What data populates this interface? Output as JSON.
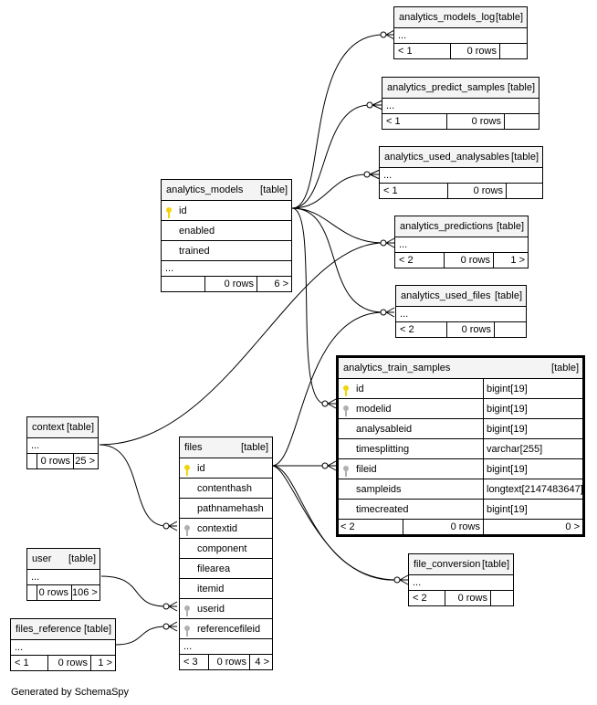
{
  "tables": {
    "analytics_models_log": {
      "name": "analytics_models_log",
      "tag": "[table]",
      "dots": "...",
      "parents": "< 1",
      "rows": "0 rows",
      "children": ""
    },
    "analytics_predict_samples": {
      "name": "analytics_predict_samples",
      "tag": "[table]",
      "dots": "...",
      "parents": "< 1",
      "rows": "0 rows",
      "children": ""
    },
    "analytics_used_analysables": {
      "name": "analytics_used_analysables",
      "tag": "[table]",
      "dots": "...",
      "parents": "< 1",
      "rows": "0 rows",
      "children": ""
    },
    "analytics_models": {
      "name": "analytics_models",
      "tag": "[table]",
      "columns": [
        "id",
        "enabled",
        "trained"
      ],
      "dots": "...",
      "parents": "",
      "rows": "0 rows",
      "children": "6 >"
    },
    "analytics_predictions": {
      "name": "analytics_predictions",
      "tag": "[table]",
      "dots": "...",
      "parents": "< 2",
      "rows": "0 rows",
      "children": "1 >"
    },
    "analytics_used_files": {
      "name": "analytics_used_files",
      "tag": "[table]",
      "dots": "...",
      "parents": "< 2",
      "rows": "0 rows",
      "children": ""
    },
    "analytics_train_samples": {
      "name": "analytics_train_samples",
      "tag": "[table]",
      "columns": [
        {
          "name": "id",
          "type": "bigint[19]"
        },
        {
          "name": "modelid",
          "type": "bigint[19]"
        },
        {
          "name": "analysableid",
          "type": "bigint[19]"
        },
        {
          "name": "timesplitting",
          "type": "varchar[255]"
        },
        {
          "name": "fileid",
          "type": "bigint[19]"
        },
        {
          "name": "sampleids",
          "type": "longtext[2147483647]"
        },
        {
          "name": "timecreated",
          "type": "bigint[19]"
        }
      ],
      "parents": "< 2",
      "rows": "0 rows",
      "children": "0 >"
    },
    "context": {
      "name": "context",
      "tag": "[table]",
      "dots": "...",
      "parents": "",
      "rows": "0 rows",
      "children": "25 >"
    },
    "files": {
      "name": "files",
      "tag": "[table]",
      "columns": [
        "id",
        "contenthash",
        "pathnamehash",
        "contextid",
        "component",
        "filearea",
        "itemid",
        "userid",
        "referencefileid"
      ],
      "dots": "...",
      "parents": "< 3",
      "rows": "0 rows",
      "children": "4 >"
    },
    "file_conversion": {
      "name": "file_conversion",
      "tag": "[table]",
      "dots": "...",
      "parents": "< 2",
      "rows": "0 rows",
      "children": ""
    },
    "user": {
      "name": "user",
      "tag": "[table]",
      "dots": "...",
      "parents": "",
      "rows": "0 rows",
      "children": "106 >"
    },
    "files_reference": {
      "name": "files_reference",
      "tag": "[table]",
      "dots": "...",
      "parents": "< 1",
      "rows": "0 rows",
      "children": "1 >"
    }
  },
  "footer_text": "Generated by SchemaSpy",
  "colors": {
    "border": "#000000",
    "header_bg": "#f4f4f4",
    "primary_key": "#f2d40a",
    "foreign_key": "#b0b0b0"
  },
  "icons": {
    "primary_key": "key-icon",
    "foreign_key": "foreign-key-icon",
    "relationship_end": "crowfoot-circle"
  }
}
